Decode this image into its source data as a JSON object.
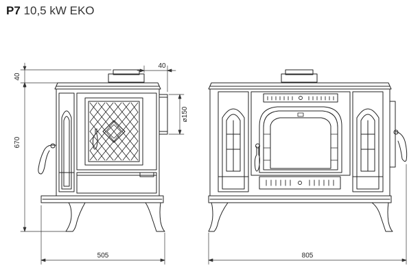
{
  "title": {
    "model": "P7",
    "spec": "10,5 kW EKO"
  },
  "dimensions": {
    "top_offset": "40",
    "height": "670",
    "flue_offset": "40",
    "flue_diameter": "⌀150",
    "depth": "505",
    "width": "805"
  }
}
